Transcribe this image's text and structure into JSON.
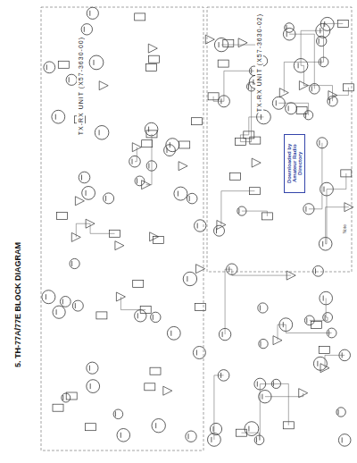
{
  "diagram": {
    "title": "5. TH-77A/77E BLOCK DIAGRAM",
    "nodes": [
      {
        "text": [
          "Downloaded by Amateur Radio Directory"
        ]
      }
    ],
    "labels": [
      "TX-RX UNIT (X57-3630-00)",
      "TX-RX UNIT (X57-3630-02)",
      "Note"
    ]
  }
}
